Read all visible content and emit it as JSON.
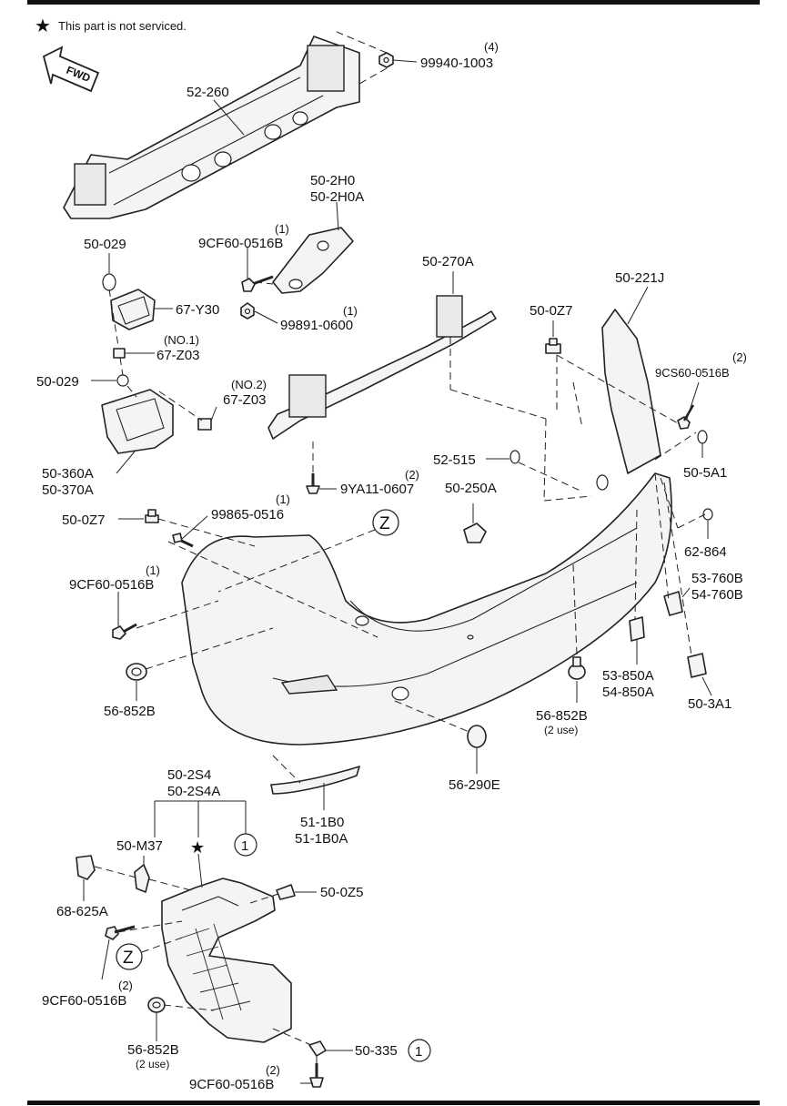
{
  "note": {
    "star_glyph": "★",
    "text": "This part is not serviced."
  },
  "fwd_label": "FWD",
  "callouts": [
    {
      "id": "qty_99940",
      "text": "(4)"
    },
    {
      "id": "p_99940",
      "text": "99940-1003"
    },
    {
      "id": "p_52_260",
      "text": "52-260"
    },
    {
      "id": "p_50_2h0",
      "text": "50-2H0"
    },
    {
      "id": "p_50_2h0a",
      "text": "50-2H0A"
    },
    {
      "id": "p_50_029_a",
      "text": "50-029"
    },
    {
      "id": "qty_9cf_top",
      "text": "(1)"
    },
    {
      "id": "p_9cf_top",
      "text": "9CF60-0516B"
    },
    {
      "id": "p_67_y30",
      "text": "67-Y30"
    },
    {
      "id": "qty_99891",
      "text": "(1)"
    },
    {
      "id": "p_99891",
      "text": "99891-0600"
    },
    {
      "id": "no1",
      "text": "(NO.1)"
    },
    {
      "id": "p_67_z03_a",
      "text": "67-Z03"
    },
    {
      "id": "p_50_270a",
      "text": "50-270A"
    },
    {
      "id": "p_50_221j",
      "text": "50-221J"
    },
    {
      "id": "p_50_0z7_r",
      "text": "50-0Z7"
    },
    {
      "id": "qty_9cs",
      "text": "(2)"
    },
    {
      "id": "p_9cs",
      "text": "9CS60-0516B"
    },
    {
      "id": "p_50_029_b",
      "text": "50-029"
    },
    {
      "id": "no2",
      "text": "(NO.2)"
    },
    {
      "id": "p_67_z03_b",
      "text": "67-Z03"
    },
    {
      "id": "p_50_360a",
      "text": "50-360A"
    },
    {
      "id": "p_50_370a",
      "text": "50-370A"
    },
    {
      "id": "p_52_515",
      "text": "52-515"
    },
    {
      "id": "p_50_5a1",
      "text": "50-5A1"
    },
    {
      "id": "qty_9ya",
      "text": "(2)"
    },
    {
      "id": "p_9ya",
      "text": "9YA11-0607"
    },
    {
      "id": "p_50_250a",
      "text": "50-250A"
    },
    {
      "id": "p_50_0z7_l",
      "text": "50-0Z7"
    },
    {
      "id": "qty_99865",
      "text": "(1)"
    },
    {
      "id": "p_99865",
      "text": "99865-0516"
    },
    {
      "id": "z_top",
      "text": "Z"
    },
    {
      "id": "p_62_864",
      "text": "62-864"
    },
    {
      "id": "qty_9cf_mid",
      "text": "(1)"
    },
    {
      "id": "p_9cf_mid",
      "text": "9CF60-0516B"
    },
    {
      "id": "p_53_760b",
      "text": "53-760B"
    },
    {
      "id": "p_54_760b",
      "text": "54-760B"
    },
    {
      "id": "p_53_850a",
      "text": "53-850A"
    },
    {
      "id": "p_54_850a",
      "text": "54-850A"
    },
    {
      "id": "p_50_3a1",
      "text": "50-3A1"
    },
    {
      "id": "p_56_852b_l",
      "text": "56-852B"
    },
    {
      "id": "p_56_852b_r",
      "text": "56-852B"
    },
    {
      "id": "use2_r",
      "text": "(2 use)"
    },
    {
      "id": "p_56_290e",
      "text": "56-290E"
    },
    {
      "id": "p_50_2s4",
      "text": "50-2S4"
    },
    {
      "id": "p_50_2s4a",
      "text": "50-2S4A"
    },
    {
      "id": "p_51_1b0",
      "text": "51-1B0"
    },
    {
      "id": "p_51_1b0a",
      "text": "51-1B0A"
    },
    {
      "id": "p_50_m37",
      "text": "50-M37"
    },
    {
      "id": "ref1_a",
      "text": "1"
    },
    {
      "id": "p_68_625a",
      "text": "68-625A"
    },
    {
      "id": "p_50_0z5",
      "text": "50-0Z5"
    },
    {
      "id": "z_bottom",
      "text": "Z"
    },
    {
      "id": "qty_9cf_low",
      "text": "(2)"
    },
    {
      "id": "p_9cf_low",
      "text": "9CF60-0516B"
    },
    {
      "id": "p_56_852b_b",
      "text": "56-852B"
    },
    {
      "id": "use2_b",
      "text": "(2 use)"
    },
    {
      "id": "p_50_335",
      "text": "50-335"
    },
    {
      "id": "ref1_b",
      "text": "1"
    },
    {
      "id": "qty_9cf_bot",
      "text": "(2)"
    },
    {
      "id": "p_9cf_bot",
      "text": "9CF60-0516B"
    }
  ]
}
